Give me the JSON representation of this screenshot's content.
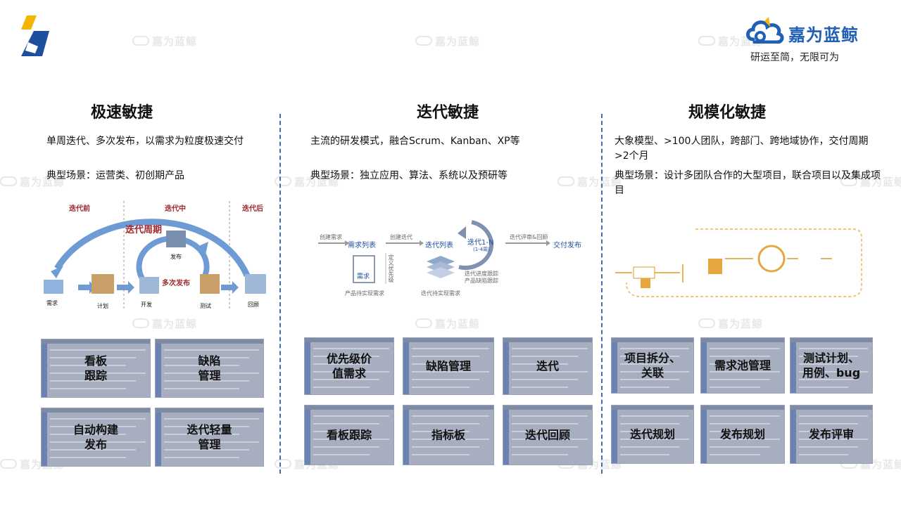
{
  "header": {
    "brand_name": "嘉为蓝鲸",
    "slogan": "研运至简，无限可为",
    "watermark": "嘉为蓝鲸"
  },
  "colors": {
    "accent": "#3e6fb6",
    "brand": "#1f5fb6",
    "diagram_red": "#a0282d",
    "diagram_orange": "#e29a1e"
  },
  "columns": [
    {
      "title": "极速敏捷",
      "desc1": "单周迭代、多次发布，以需求为粒度极速交付",
      "desc2": "典型场景：运营类、初创期产品",
      "diagram": {
        "before": "迭代前",
        "during": "迭代中",
        "after": "迭代后",
        "cycle": "迭代周期",
        "multi_release": "多次发布",
        "release": "发布",
        "req": "需求",
        "plan": "计划",
        "dev": "开发",
        "test": "测试",
        "review": "回顾"
      },
      "tiles": [
        "看板\n跟踪",
        "缺陷\n管理",
        "自动构建\n发布",
        "迭代轻量\n管理"
      ]
    },
    {
      "title": "迭代敏捷",
      "desc1": "主流的研发模式，融合Scrum、Kanban、XP等",
      "desc2": "典型场景：独立应用、算法、系统以及预研等",
      "diagram": {
        "create_req": "创建需求",
        "req_list": "需求列表",
        "create_iter": "创建迭代",
        "iter_list": "迭代列表",
        "iter_n": "迭代1-N",
        "iter_weeks": "(1-4周)",
        "review": "迭代评审&回顾",
        "deliver": "交付发布",
        "req_box": "需求",
        "priority": "定义优先级",
        "pending_req": "产品待实现需求",
        "pending_iter": "迭代待实现需求",
        "track1": "迭代进度跟踪",
        "track2": "产品缺陷跟踪"
      },
      "tiles": [
        "优先级价\n值需求",
        "缺陷管理",
        "迭代",
        "看板跟踪",
        "指标板",
        "迭代回顾"
      ]
    },
    {
      "title": "规模化敏捷",
      "desc1": "大象模型、>100人团队，跨部门、跨地域协作，交付周期 >2个月",
      "desc2": "典型场景：设计多团队合作的大型项目，联合项目以及集成项目",
      "tiles": [
        "项目拆分、\n关联",
        "需求池管理",
        "测试计划、\n用例、bug",
        "迭代规划",
        "发布规划",
        "发布评审"
      ]
    }
  ]
}
